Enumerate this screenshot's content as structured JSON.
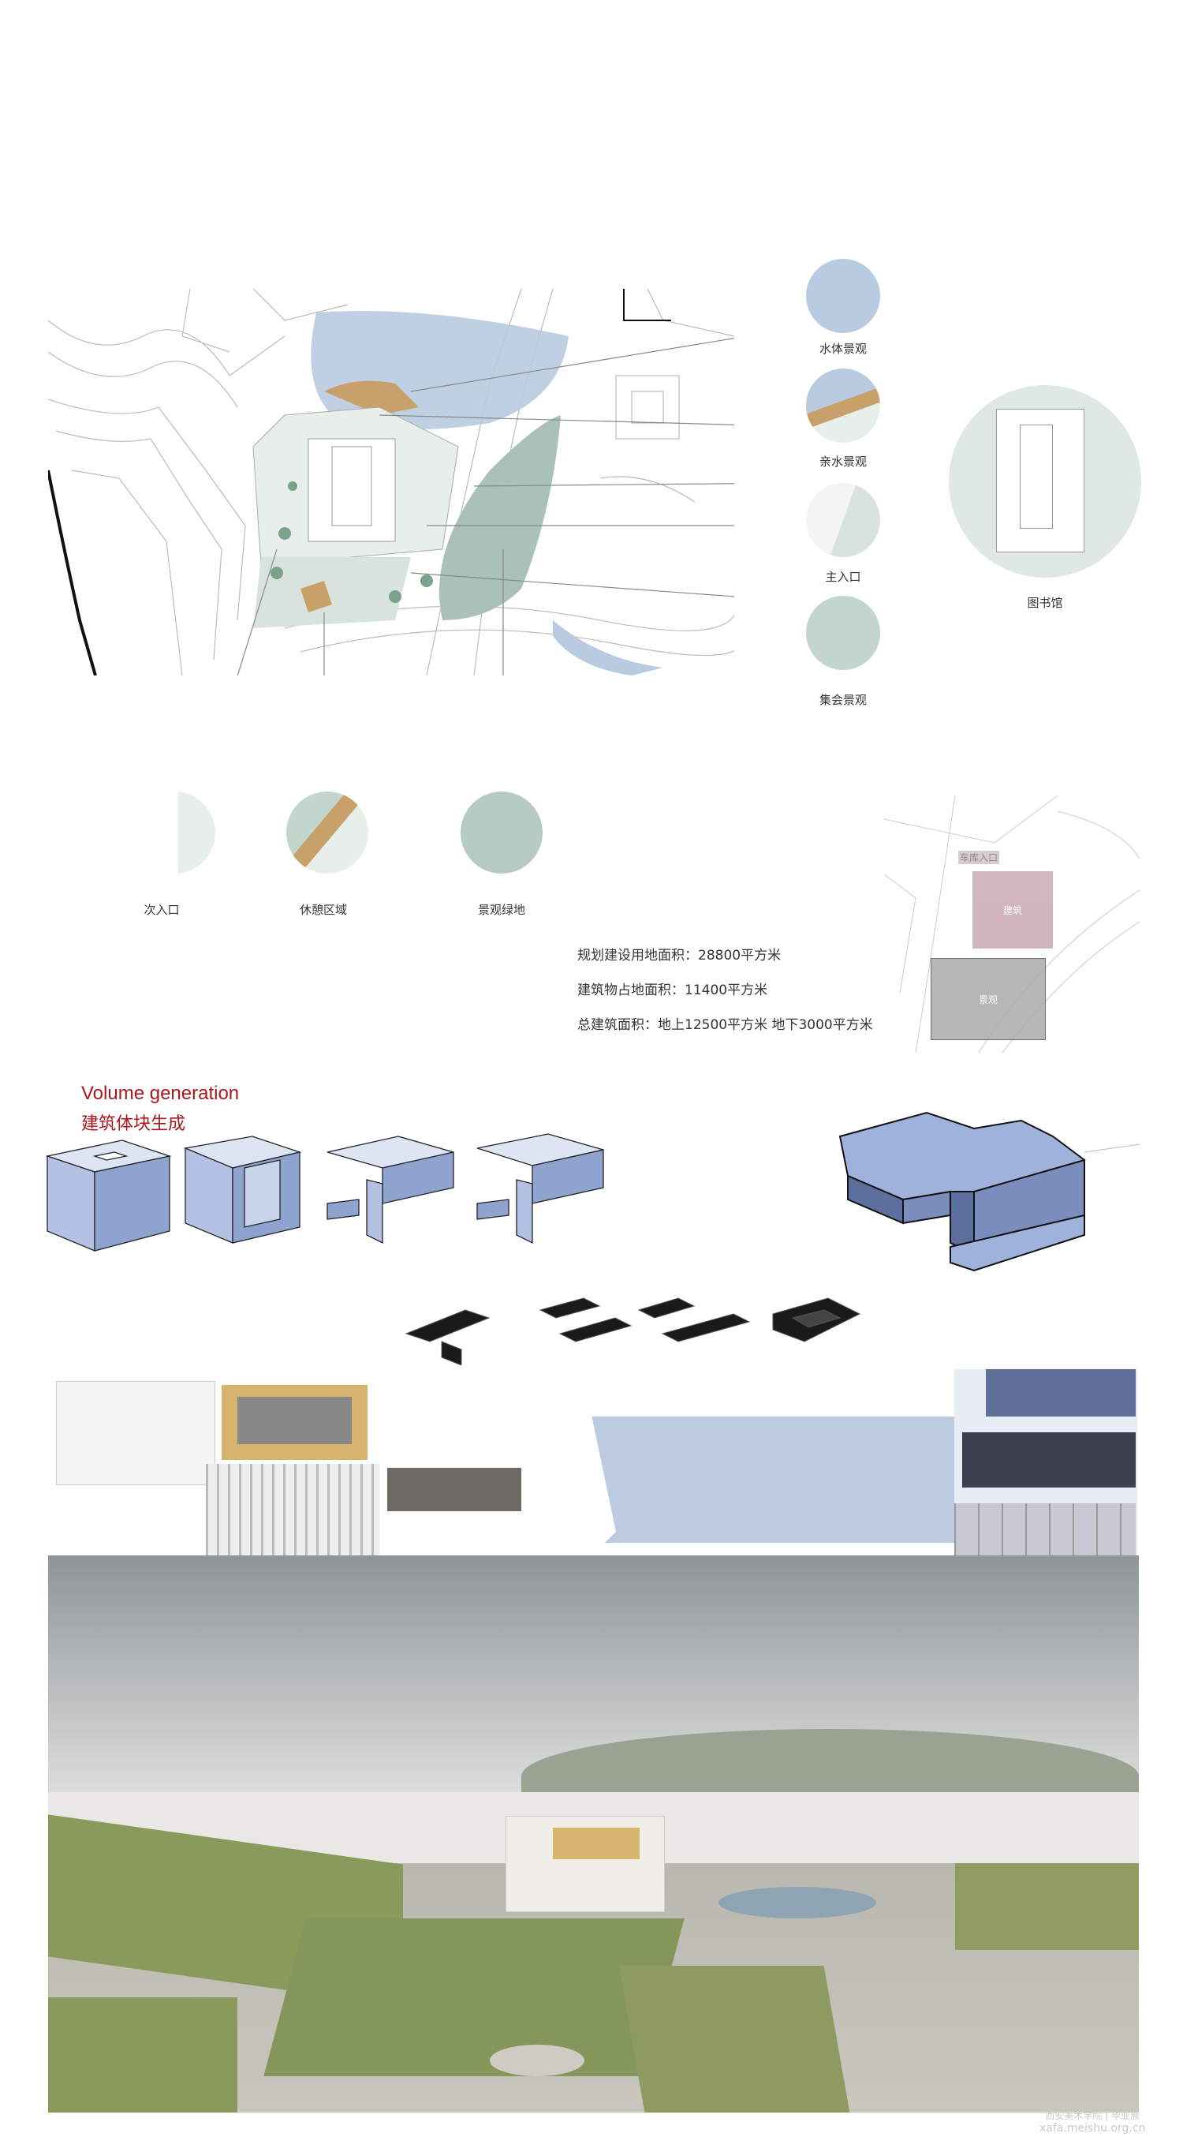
{
  "site_plan": {
    "callouts": [
      {
        "label": "水体景观"
      },
      {
        "label": "亲水景观"
      },
      {
        "label": "主入口"
      },
      {
        "label": "集会景观"
      }
    ],
    "library_label": "图书馆",
    "bottom_callouts": [
      {
        "label": "次入口"
      },
      {
        "label": "休憩区域"
      },
      {
        "label": "景观绿地"
      }
    ]
  },
  "stats": {
    "land_area": "规划建设用地面积：28800平方米",
    "footprint": "建筑物占地面积：11400平方米",
    "total_area": "总建筑面积：地上12500平方米 地下3000平方米"
  },
  "zoning_map": {
    "garage_entrance": "车库入口",
    "building": "建筑",
    "landscape": "景观"
  },
  "volume": {
    "title_en": "Volume generation",
    "title_cn": "建筑体块生成"
  },
  "watermark": {
    "logo_text": "西安美术学院 | 毕业展",
    "url": "xafa.meishu.org.cn"
  },
  "colors": {
    "accent": "#a8181d",
    "block_blue": "#8fa3cf",
    "water": "#b9cbe0",
    "green": "#a9c1b8"
  }
}
